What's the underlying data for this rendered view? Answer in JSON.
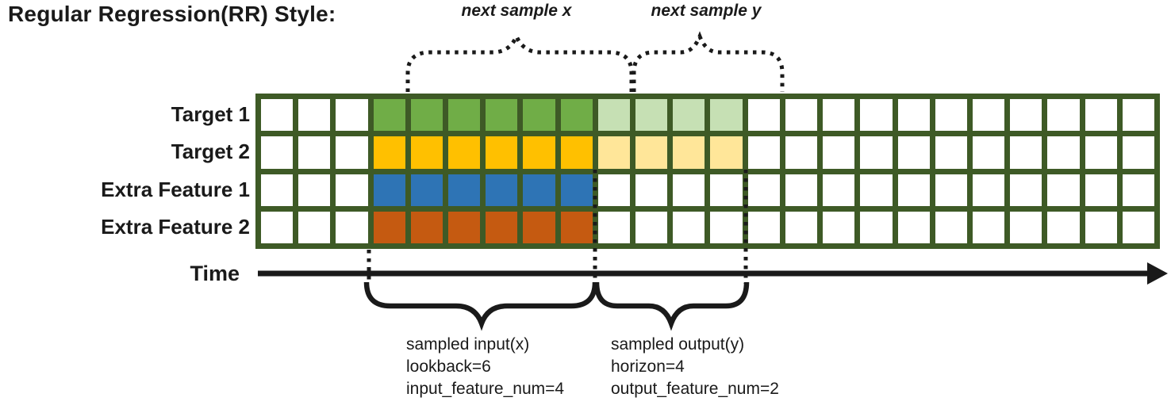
{
  "title": "Regular Regression(RR) Style:",
  "annotations": {
    "next_sample_x": "next sample x",
    "next_sample_y": "next sample y",
    "time_label": "Time",
    "input_block": {
      "lines": [
        "sampled input(x)",
        "lookback=6",
        "input_feature_num=4"
      ]
    },
    "output_block": {
      "lines": [
        "sampled output(y)",
        "horizon=4",
        "output_feature_num=2"
      ]
    }
  },
  "grid": {
    "columns": 24,
    "input_start_col": 3,
    "lookback": 6,
    "horizon": 4,
    "border_color": "#3e5a26",
    "empty_color": "#ffffff",
    "rows": [
      {
        "label": "Target 1",
        "input_color": "#70ad47",
        "output_color": "#c6e0b4"
      },
      {
        "label": "Target 2",
        "input_color": "#ffc000",
        "output_color": "#ffe699"
      },
      {
        "label": "Extra Feature 1",
        "input_color": "#2e74b5",
        "output_color": null
      },
      {
        "label": "Extra Feature 2",
        "input_color": "#c55a11",
        "output_color": null
      }
    ]
  }
}
